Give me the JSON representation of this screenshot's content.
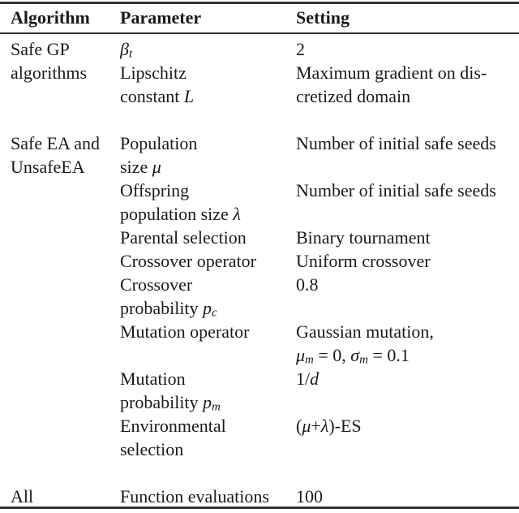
{
  "colors": {
    "background": "#ffffff",
    "text": "#1a1a1a",
    "rule": "#333333"
  },
  "table": {
    "headers": [
      {
        "id": "algorithm",
        "label": "Algorithm"
      },
      {
        "id": "parameter",
        "label": "Parameter"
      },
      {
        "id": "setting",
        "label": "Setting"
      }
    ],
    "lines": [
      {
        "a": [
          {
            "t": "Safe GP"
          }
        ],
        "p": [
          {
            "t": "β",
            "i": 1
          },
          {
            "t": "t",
            "i": 1,
            "s": 1
          }
        ],
        "s": [
          {
            "t": "2"
          }
        ]
      },
      {
        "a": [
          {
            "t": "algorithms"
          }
        ],
        "p": [
          {
            "t": "Lipschitz"
          }
        ],
        "s": [
          {
            "t": "Maximum gradient on dis-"
          }
        ]
      },
      {
        "a": [],
        "p": [
          {
            "t": "constant "
          },
          {
            "t": "L",
            "i": 1
          }
        ],
        "s": [
          {
            "t": "cretized domain"
          }
        ]
      },
      {
        "blank": true
      },
      {
        "a": [
          {
            "t": "Safe EA and"
          }
        ],
        "p": [
          {
            "t": "Population"
          }
        ],
        "s": [
          {
            "t": "Number of initial safe seeds"
          }
        ]
      },
      {
        "a": [
          {
            "t": "UnsafeEA"
          }
        ],
        "p": [
          {
            "t": "size "
          },
          {
            "t": "μ",
            "i": 1
          }
        ],
        "s": []
      },
      {
        "a": [],
        "p": [
          {
            "t": "Offspring"
          }
        ],
        "s": [
          {
            "t": "Number of initial safe seeds"
          }
        ]
      },
      {
        "a": [],
        "p": [
          {
            "t": "population size "
          },
          {
            "t": "λ",
            "i": 1
          }
        ],
        "s": []
      },
      {
        "a": [],
        "p": [
          {
            "t": "Parental selection"
          }
        ],
        "s": [
          {
            "t": "Binary tournament"
          }
        ]
      },
      {
        "a": [],
        "p": [
          {
            "t": "Crossover operator"
          }
        ],
        "s": [
          {
            "t": "Uniform crossover"
          }
        ]
      },
      {
        "a": [],
        "p": [
          {
            "t": "Crossover"
          }
        ],
        "s": [
          {
            "t": "0.8"
          }
        ]
      },
      {
        "a": [],
        "p": [
          {
            "t": "probability "
          },
          {
            "t": "p",
            "i": 1
          },
          {
            "t": "c",
            "i": 1,
            "s": 1
          }
        ],
        "s": []
      },
      {
        "a": [],
        "p": [
          {
            "t": "Mutation operator"
          }
        ],
        "s": [
          {
            "t": "Gaussian mutation,"
          }
        ]
      },
      {
        "a": [],
        "p": [],
        "s": [
          {
            "t": "μ",
            "i": 1
          },
          {
            "t": "m",
            "i": 1,
            "s": 1
          },
          {
            "t": " = 0, "
          },
          {
            "t": "σ",
            "i": 1
          },
          {
            "t": "m",
            "i": 1,
            "s": 1
          },
          {
            "t": " = 0.1"
          }
        ]
      },
      {
        "a": [],
        "p": [
          {
            "t": "Mutation"
          }
        ],
        "s": [
          {
            "t": "1/"
          },
          {
            "t": "d",
            "i": 1
          }
        ]
      },
      {
        "a": [],
        "p": [
          {
            "t": "probability "
          },
          {
            "t": "p",
            "i": 1
          },
          {
            "t": "m",
            "i": 1,
            "s": 1
          }
        ],
        "s": []
      },
      {
        "a": [],
        "p": [
          {
            "t": "Environmental"
          }
        ],
        "s": [
          {
            "t": "("
          },
          {
            "t": "μ",
            "i": 1
          },
          {
            "t": "+"
          },
          {
            "t": "λ",
            "i": 1
          },
          {
            "t": ")-ES"
          }
        ]
      },
      {
        "a": [],
        "p": [
          {
            "t": "selection"
          }
        ],
        "s": []
      },
      {
        "blank": true
      },
      {
        "a": [
          {
            "t": "All"
          }
        ],
        "p": [
          {
            "t": "Function evaluations"
          }
        ],
        "s": [
          {
            "t": "100"
          }
        ]
      }
    ]
  }
}
